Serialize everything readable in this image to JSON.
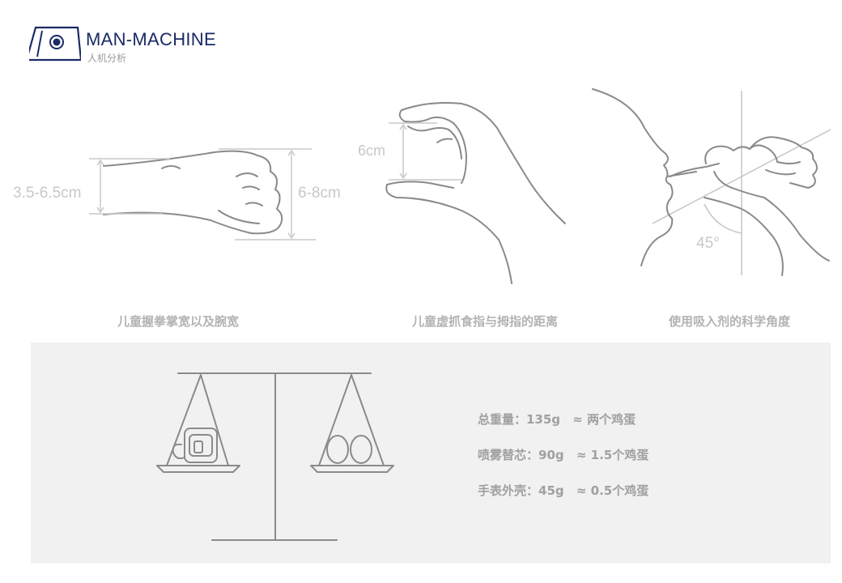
{
  "brand": {
    "title": "MAN-MACHINE",
    "subtitle": "人机分析"
  },
  "panels": [
    {
      "caption": "儿童握拳掌宽以及腕宽",
      "labels": {
        "wrist_width": "3.5-6.5cm",
        "palm_width": "6-8cm"
      },
      "icon": "fist-icon"
    },
    {
      "caption": "儿童虚抓食指与拇指的距离",
      "labels": {
        "grip_distance": "6cm"
      },
      "icon": "pinch-hand-icon"
    },
    {
      "caption": "使用吸入剂的科学角度",
      "labels": {
        "angle": "45°"
      },
      "icon": "inhaler-angle-icon"
    }
  ],
  "weights": {
    "rows": [
      {
        "label": "总重量：135g",
        "equiv": "≈ 两个鸡蛋"
      },
      {
        "label": "喷雾替芯：90g",
        "equiv": "≈ 1.5个鸡蛋"
      },
      {
        "label": "手表外壳：45g",
        "equiv": "≈ 0.5个鸡蛋"
      }
    ]
  },
  "colors": {
    "brand": "#1a2a66",
    "line": "#8a8a8a",
    "light_text": "#c8c8c8",
    "panel_bg": "#f1f1f1"
  }
}
